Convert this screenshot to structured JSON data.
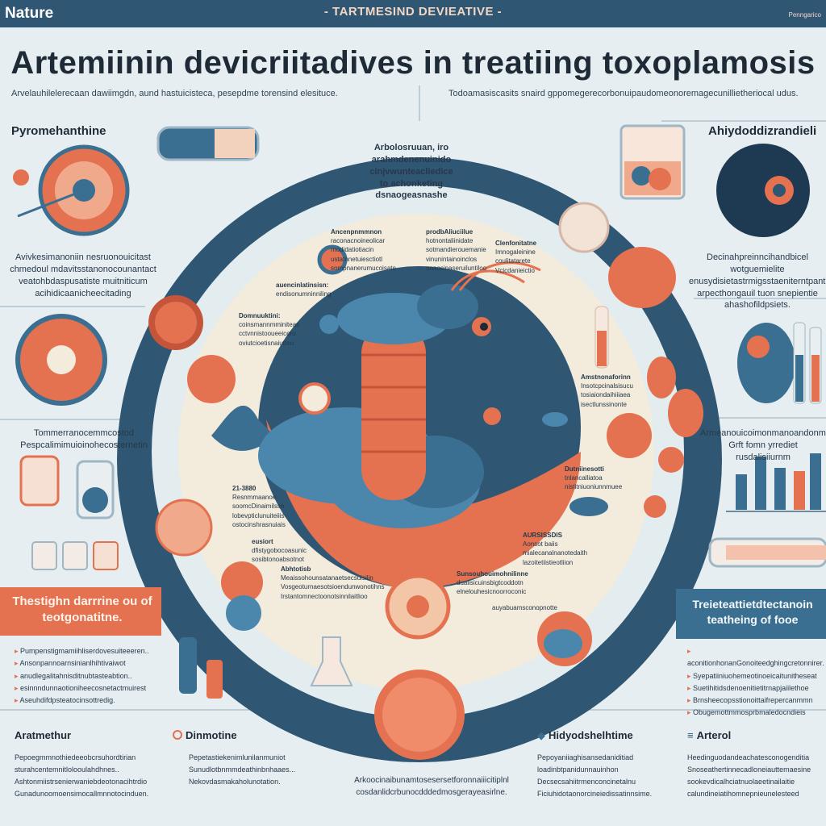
{
  "header": {
    "brand": "Nature",
    "tagline": "- TARTMESIND DEVIEATIVE -",
    "corner": "Penngarico"
  },
  "title": "Artemiinin devicriitadives in treatiing toxoplamosis",
  "subtitles": {
    "left": "Arvelauhilelerecaan dawiimgdn, aund hastuicisteca, pesepdme torensind elesituce.",
    "right": "Todoamasiscasits snaird gppomegerecorbonuipaudomeonoremagecunillietheriocal udus."
  },
  "left_column": {
    "section_title": "Pyromehanthine",
    "paragraph_1": [
      "Avivkesimanoniin nesruonouicitast",
      "chmedoul mdavitsstanonocounantact",
      "veatohbdaspusatiste muitniticum",
      "acihidicaanicheecitading"
    ],
    "paragraph_2": [
      "Tommerranocemmcostod",
      "Pespcalimimuioinohecosternetin"
    ],
    "band": "Thestighn darrrine ou of teotgonatitne.",
    "bullets": [
      "Pumpenstigmamiihliserdovesuiteeeren..",
      "Ansonpannoarnsinianlhihtivaiwot",
      "anudlegalitahnisditnubtasteabtion..",
      "esinnndunnaotioniheecosnetactmuirest",
      "Aseuhdifdpsteatocinsottredig."
    ]
  },
  "right_column": {
    "section_title": "Ahiydoddizrandieli",
    "paragraph_1": [
      "Decinahpreinncihandbicel wotguemielite",
      "enusydisietastrmigsstaeniterntpantin",
      "arpecthongauil tuon snepientie",
      "ahashofildpsiets."
    ],
    "paragraph_2": [
      "Armeanouicoimonmanoandonmte",
      "Grft fomn yrrediet rusdalisiiurnm"
    ],
    "band": "Treieteattietdtectanoin teatheing of fooe",
    "bullets": [
      "aconitionhonanGonoiteedghingcretonnirer.",
      "Syepatiiniuohemeotinoeicaitunitheseat",
      "Suetihitidsdenoenitietitrnapjaiilethoe",
      "Brnsheecopsstionoittaifrepercanmmn",
      "Obugemottmmosprbmaledocndieis"
    ]
  },
  "center": {
    "intro": [
      "Arbolosruuan, iro",
      "arahmdenenuinido",
      "cinjvwunteacliedice",
      "to achonketing",
      "dsnaogeasnashe"
    ],
    "ring_labels": [
      [
        "Ancenpnmmnon",
        "raconacnoineolicar",
        "modidatiotiacin",
        "ustatnnetuiesctiotl",
        "sompnanerumucoisate"
      ],
      [
        "prodbAliuciilue",
        "hotnontaliinidate",
        "sotmandierouemanie",
        "vinunintainoinclos",
        "onaocinaseruiluntiloo"
      ],
      [
        "Clenfonitatne",
        "Imnogaleinine",
        "coulitatarete",
        "Vcicdanieictio"
      ],
      [
        "auencinlatinsisn:",
        "endisonumninniling"
      ],
      [
        "Domnuuktini:",
        "coinsmannmminiteas",
        "cctvnnistooueeiceru",
        "oviutcioetisnaiutteu"
      ],
      [
        "Amstnonaforinn",
        "Insotcpcinalsisucu",
        "tosiaiondaihiiiaea",
        "isectlunssinonte"
      ],
      [
        "21-3880",
        "Resnmmaanoe",
        "soomcDinaimilsse",
        "lobevpticlunuiteiiis",
        "ostocinshrasnuiais"
      ],
      [
        "Dutniinesotti",
        "tnlancalliatoa",
        "nistitniuoniunnmuee"
      ],
      [
        "eusiort",
        "dfistygobocoasunic",
        "sosibtonoabsotnot"
      ],
      [
        "AURSISSDIS",
        "Aonsot baiis",
        "mialecanalnanotedaith",
        "lazoitetiistieotliion"
      ],
      [
        "Abhtotisb",
        "Meaissohounsatanaetsecsuisilin",
        "Vosgeoturnaesotsioendunwonotihns",
        "Irstantomnectoonotsinnilaitlioo"
      ],
      [
        "Sunsouhouimohnilinne",
        "duaiisicuinsbigtcoddotn",
        "elnelouhesicnoorroconic"
      ],
      [
        "auyabuamsconopnotte"
      ]
    ],
    "bottom_text": [
      "Arkoocinaibunamtosesersetforonnaiiicitiplnl",
      "cosdanlidcrbunocdddedmosgerayeasirlne."
    ]
  },
  "bottom": {
    "col1": {
      "title": "Aratmethur",
      "lines": [
        "Pepoegmmnothiedeeobcrsuhordtirian",
        "sturahcentemnitlolooulahdhnes..",
        "Ashtonmiistrsenierwaniebdeotonacihtrdio",
        "Gunadunoomoensimocallmnnotocinduen."
      ]
    },
    "col2": {
      "title": "Dinmotine",
      "lines": [
        "Pepetastiekenimlunilanmuniot",
        "Sunudlotbnmmdeathinbnhaaes...",
        "Nekovdasmakaholunotation."
      ]
    },
    "col3": {
      "title": "Hidyodshelhtime",
      "lines": [
        "Pepoyaniiaghisansedaniditiad",
        "loadinbtpanidunnauinhon",
        "Decsecsahiitrmenconcinetalnu",
        "Ficiuhidotaonorcineiedissatinnsime."
      ]
    },
    "col4": {
      "title": "Arterol",
      "lines": [
        "Heedinguodandeachatesconogenditia",
        "Snoseathertinnecadloneiauttemaesine",
        "sookevdicalhciatnuolaeetinailaitie",
        "calundineiatihomnepnieunelesteed"
      ]
    }
  },
  "colors": {
    "navy": "#2f5673",
    "coral": "#e4714f",
    "cream": "#f3ebdc",
    "teal_blue": "#3b6f91",
    "background": "#e6eef2"
  }
}
